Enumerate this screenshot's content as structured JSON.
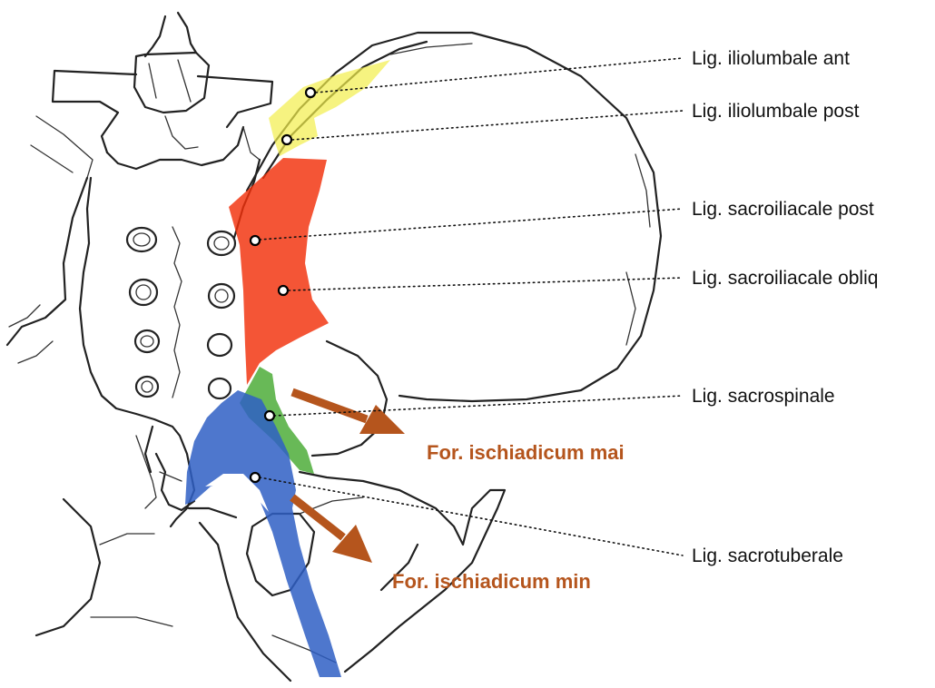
{
  "colors": {
    "ligament_yellow": "#f2ee4a",
    "ligament_red": "#f1300a",
    "ligament_green": "#4dad3a",
    "ligament_blue": "#2f5fc4",
    "arrow_brown": "#b5551d",
    "foramen_text": "#b5551d"
  },
  "labels": {
    "iliolumbale_ant": "Lig. iliolumbale ant",
    "iliolumbale_post": "Lig. iliolumbale post",
    "sacroiliacale_post": "Lig. sacroiliacale post",
    "sacroiliacale_obliq": "Lig. sacroiliacale obliq",
    "sacrospinale": "Lig. sacrospinale",
    "sacrotuberale": "Lig. sacrotuberale"
  },
  "foramina": {
    "mai": "For. ischiadicum mai",
    "min": "For. ischiadicum min"
  }
}
